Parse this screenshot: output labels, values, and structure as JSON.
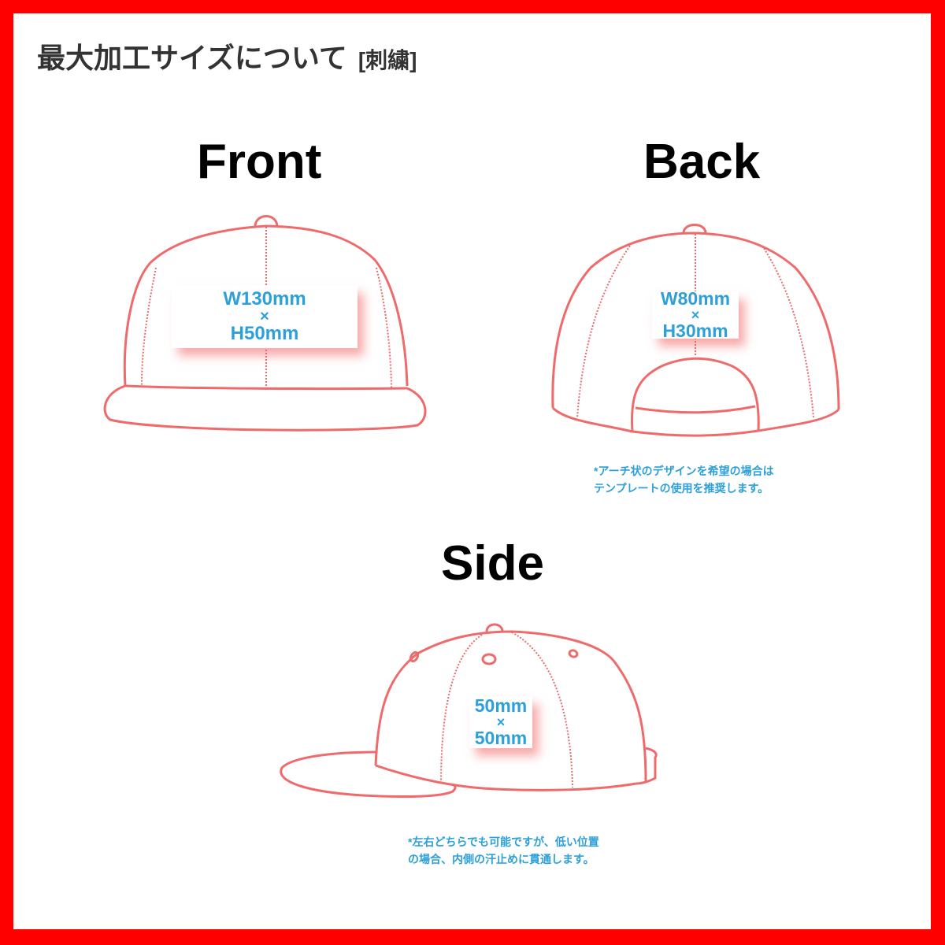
{
  "page": {
    "heading": "最大加工サイズについて",
    "heading_tag": "[刺繍]",
    "colors": {
      "frame": "#ff0000",
      "outline": "#ef6b6b",
      "dimension_text": "#2d9fd9",
      "heading_text": "#333333"
    }
  },
  "views": {
    "front": {
      "title": "Front",
      "width": "W130mm",
      "times": "×",
      "height": "H50mm"
    },
    "back": {
      "title": "Back",
      "width": "W80mm",
      "times": "×",
      "height": "H30mm",
      "note_line1": "*アーチ状のデザインを希望の場合は",
      "note_line2": "テンプレートの使用を推奨します。"
    },
    "side": {
      "title": "Side",
      "width": "50mm",
      "times": "×",
      "height": "50mm",
      "note_line1": "*左右どちらでも可能ですが、低い位置",
      "note_line2": "の場合、内側の汗止めに貫通します。"
    }
  }
}
